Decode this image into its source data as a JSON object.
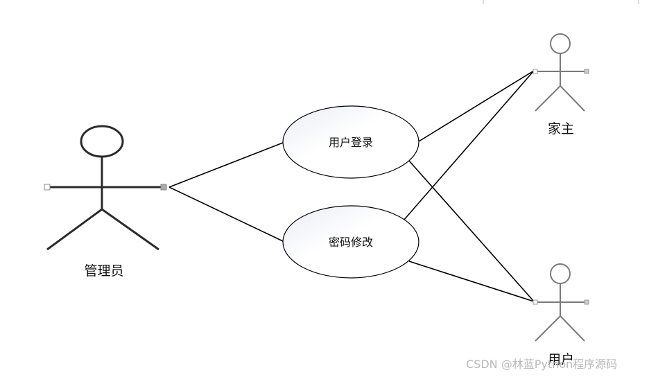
{
  "actors": {
    "admin": {
      "label": "管理员"
    },
    "homeowner": {
      "label": "家主"
    },
    "user": {
      "label": "用户"
    }
  },
  "use_cases": {
    "login": {
      "label": "用户登录"
    },
    "change_password": {
      "label": "密码修改"
    }
  },
  "watermark": "CSDN @林蓝Python程序源码"
}
